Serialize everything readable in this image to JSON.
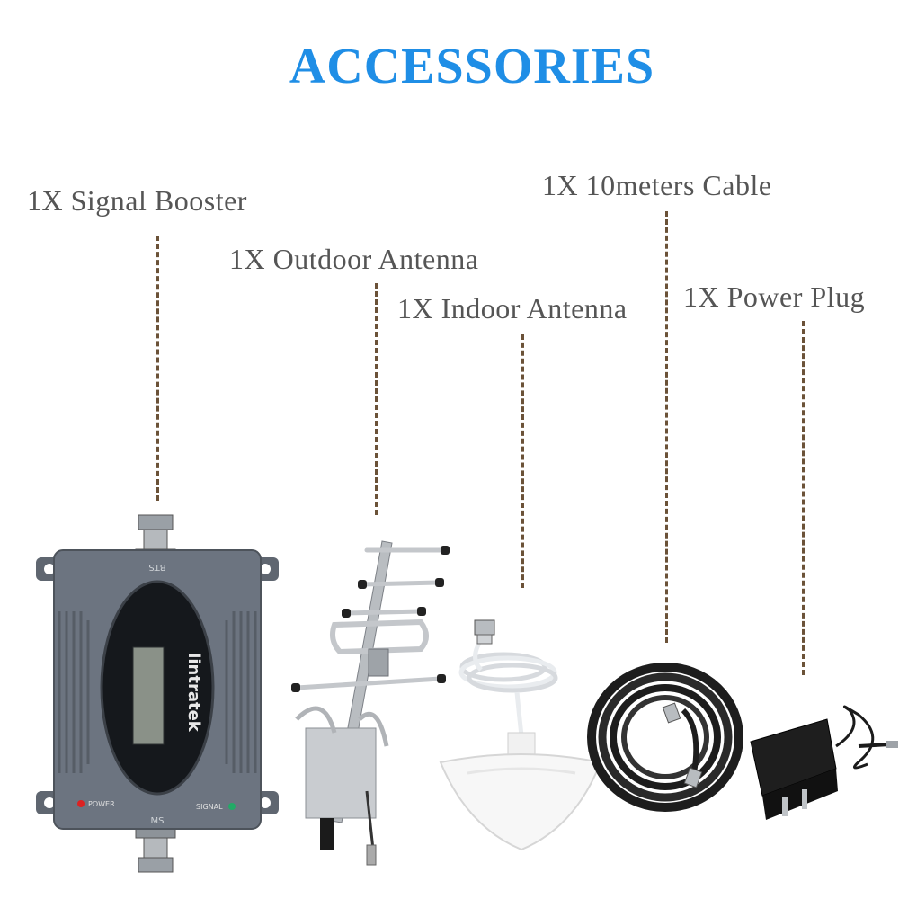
{
  "title": "ACCESSORIES",
  "colors": {
    "title": "#1f8ee6",
    "label": "#555555",
    "leader": "#6b5238",
    "booster_body": "#6c7480"
  },
  "items": [
    {
      "label": "1X Signal Booster"
    },
    {
      "label": "1X Outdoor Antenna"
    },
    {
      "label": "1X Indoor Antenna"
    },
    {
      "label": "1X 10meters Cable"
    },
    {
      "label": "1X Power Plug"
    }
  ],
  "booster": {
    "brand": "lintratek",
    "port_top": "BTS",
    "port_bottom": "MS",
    "power_led_label": "POWER",
    "signal_led_label": "SIGNAL"
  }
}
